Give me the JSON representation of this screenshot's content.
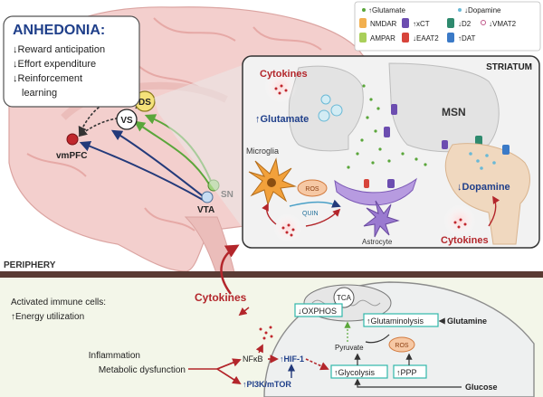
{
  "anhedonia": {
    "title": "ANHEDONIA:",
    "items": [
      "↓Reward anticipation",
      "↓Effort expenditure",
      "↓Reinforcement",
      "learning"
    ]
  },
  "brain_regions": {
    "ds": "DS",
    "vs": "VS",
    "vmpfc": "vmPFC",
    "sn": "SN",
    "vta": "VTA"
  },
  "legend": {
    "glutamate": "↑Glutamate",
    "dopamine": "↓Dopamine",
    "nmdar": "NMDAR",
    "xct": "↑xCT",
    "d2": "↓D2",
    "vmat2": "↓VMAT2",
    "ampar": "AMPAR",
    "eaat2": "↓EAAT2",
    "dat": "↑DAT"
  },
  "striatum": {
    "title": "STRIATUM",
    "cytokines_top": "Cytokines",
    "glutamate": "↑Glutamate",
    "msn": "MSN",
    "microglia": "Microglia",
    "ros": "ROS",
    "quin": "QUIN",
    "astrocyte": "Astrocyte",
    "dopamine": "↓Dopamine",
    "cytokines_bottom": "Cytokines"
  },
  "periphery": {
    "title": "PERIPHERY",
    "activated": "Activated immune cells:",
    "energy": "↑Energy utilization",
    "cytokines": "Cytokines",
    "inflammation": "Inflammation",
    "metabolic": "Metabolic dysfunction",
    "nfkb": "NFκB",
    "hif1": "↑HIF-1",
    "pi3k": "↑PI3K/mTOR",
    "oxphos": "↓OXPHOS",
    "tca": "TCA",
    "glutaminolysis": "↑Glutaminolysis",
    "glutamine": "Glutamine",
    "pyruvate": "Pyruvate",
    "ros": "ROS",
    "glycolysis": "↑Glycolysis",
    "ppp": "↑PPP",
    "glucose": "Glucose"
  },
  "colors": {
    "brain": "#f3cfcd",
    "brain_fold": "#e6a9a6",
    "striatum_bg": "#f2f2f2",
    "neuron": "#e7e7e7",
    "msn_cell": "#f0d8bf",
    "periphery_bg": "#f3f6e9",
    "dark_red": "#b3262b",
    "blue_text": "#1f3f8a",
    "teal_box": "#31b7aa",
    "navy": "#233a7a"
  }
}
